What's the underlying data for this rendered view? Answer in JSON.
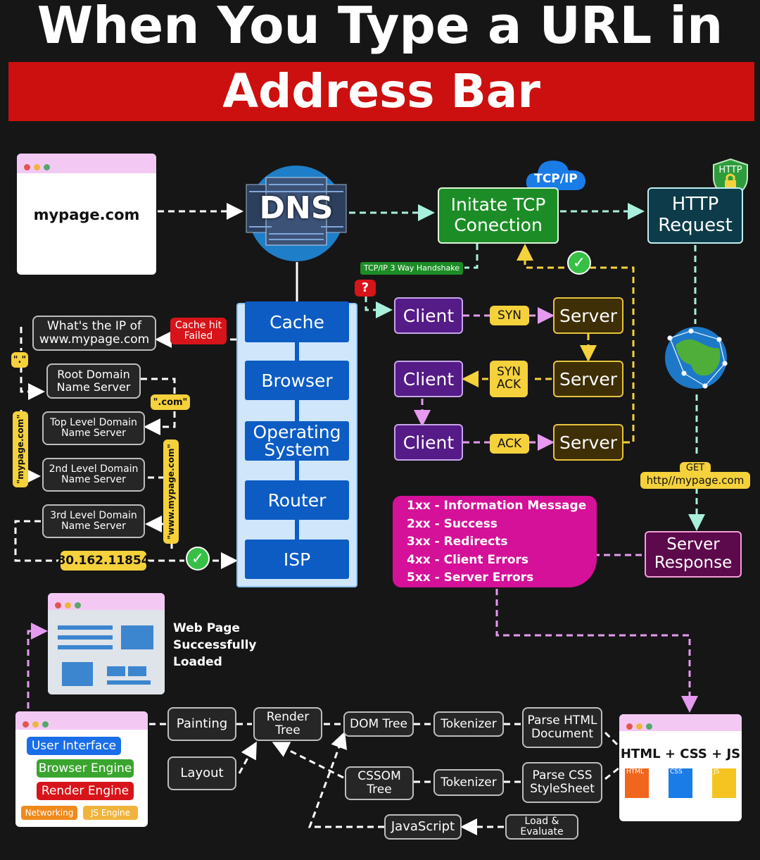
{
  "title": {
    "line1": "When You Type a URL in",
    "line2": "Address Bar"
  },
  "browser_url": "mypage.com",
  "dns": {
    "label": "DNS"
  },
  "tcp": {
    "cloud": "TCP/IP",
    "box": "Initate TCP Conection",
    "handshake_tag": "TCP/IP 3 Way Handshake"
  },
  "http": {
    "shield": "HTTP",
    "box": "HTTP Request"
  },
  "stack": [
    "Cache",
    "Browser",
    "Operating System",
    "Router",
    "ISP"
  ],
  "dns_lookup": {
    "question": "What's the IP of www.mypage.com",
    "cache_fail": "Cache hit Failed",
    "dot_tag": "\".\"",
    "root": "Root Domain Name Server",
    "com_tag": "\".com\"",
    "tld": "Top Level Domain Name Server",
    "mypage_tag": "\"mypage.com\"",
    "second": "2nd Level Domain Name Server",
    "www_tag": "\"www.mypage.com\"",
    "third": "3rd Level Domain Name Server",
    "ip": "80.162.11854"
  },
  "handshake": {
    "client": "Client",
    "server": "Server",
    "syn": "SYN",
    "synack": "SYN ACK",
    "ack": "ACK",
    "question_mark": "?"
  },
  "get_request": {
    "method": "GET",
    "url": "http//mypage.com"
  },
  "status_codes": [
    "1xx - Information Message",
    "2xx - Success",
    "3xx - Redirects",
    "4xx - Client Errors",
    "5xx - Server Errors"
  ],
  "server_response": "Server Response",
  "loaded_text": "Web Page Successfully Loaded",
  "browser_arch": {
    "ui": "User Interface",
    "engine": "Browser Engine",
    "render": "Render Engine",
    "net": "Networking",
    "js": "JS Engine"
  },
  "pipeline": {
    "painting": "Painting",
    "layout": "Layout",
    "render_tree": "Render Tree",
    "dom_tree": "DOM Tree",
    "cssom_tree": "CSSOM Tree",
    "tokenizer1": "Tokenizer",
    "tokenizer2": "Tokenizer",
    "parse_html": "Parse HTML Document",
    "parse_css": "Parse CSS StyleSheet",
    "javascript": "JavaScript",
    "load_eval": "Load & Evaluate",
    "files_title": "HTML + CSS + JS",
    "file_html": "HTML",
    "file_css": "CSS",
    "file_js": "JS"
  },
  "colors": {
    "banner": "#cc0f0f",
    "tcp_green": "#1c8d26",
    "teal": "#0d3b4a",
    "client": "#551b87",
    "server": "#3e2f06",
    "status": "#d41198",
    "stack_blue": "#0c5cc4"
  }
}
